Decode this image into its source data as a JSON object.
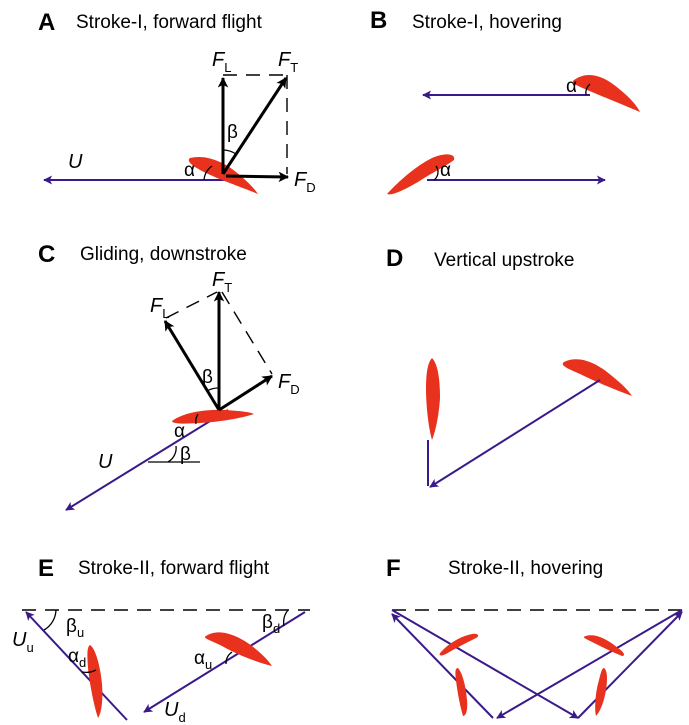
{
  "colors": {
    "wing": "#e8321e",
    "flow_vector": "#3a1a8a",
    "force_vector": "#000000"
  },
  "panels": {
    "a": {
      "letter": "A",
      "title": "Stroke-I, forward flight"
    },
    "b": {
      "letter": "B",
      "title": "Stroke-I, hovering"
    },
    "c": {
      "letter": "C",
      "title": "Gliding, downstroke"
    },
    "d": {
      "letter": "D",
      "title": "Vertical upstroke"
    },
    "e": {
      "letter": "E",
      "title": "Stroke-II, forward flight"
    },
    "f": {
      "letter": "F",
      "title": "Stroke-II, hovering"
    }
  },
  "symbols": {
    "F": "F",
    "U": "U",
    "alpha": "α",
    "beta": "β",
    "sub_L": "L",
    "sub_T": "T",
    "sub_D": "D",
    "sub_u": "u",
    "sub_d": "d"
  }
}
